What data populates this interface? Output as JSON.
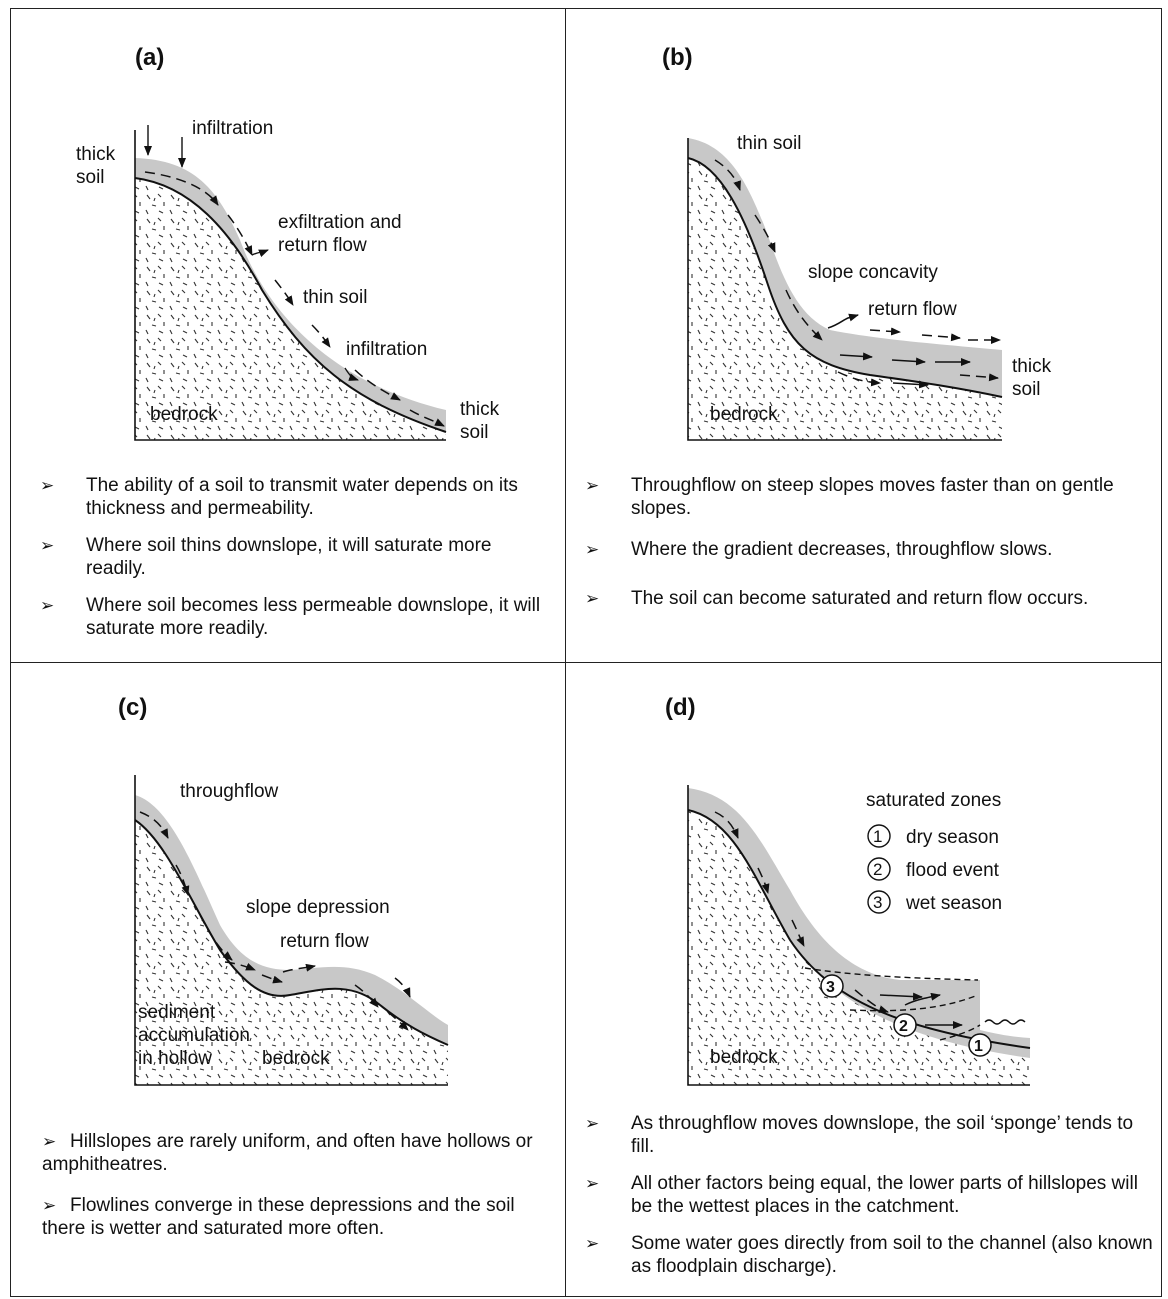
{
  "panels": [
    {
      "label": "(a)",
      "diagram_labels": {
        "thick_soil_top": [
          "thick",
          "soil"
        ],
        "infiltration_top": "infiltration",
        "exfiltration": [
          "exfiltration and",
          "return flow"
        ],
        "thin_soil": "thin soil",
        "infiltration_mid": "infiltration",
        "bedrock": "bedrock",
        "thick_soil_bottom": [
          "thick",
          "soil"
        ]
      },
      "bullets": [
        "The ability of a soil to transmit water depends on its thickness and permeability.",
        "Where soil thins downslope, it will saturate more readily.",
        "Where soil becomes less permeable downslope, it will saturate more readily."
      ]
    },
    {
      "label": "(b)",
      "diagram_labels": {
        "thin_soil": "thin soil",
        "slope_concavity": "slope concavity",
        "return_flow": "return flow",
        "thick_soil": [
          "thick",
          "soil"
        ],
        "bedrock": "bedrock"
      },
      "bullets": [
        "Throughflow on steep slopes moves faster than on gentle slopes.",
        "Where the gradient decreases, throughflow slows.",
        "The soil can become saturated and return flow occurs."
      ]
    },
    {
      "label": "(c)",
      "diagram_labels": {
        "throughflow": "throughflow",
        "slope_depression": "slope depression",
        "return_flow": "return flow",
        "sediment": [
          "sediment",
          "accumulation",
          "in hollow"
        ],
        "bedrock": "bedrock"
      },
      "bullets": [
        "Hillslopes are rarely uniform, and often have hollows or amphitheatres.",
        "Flowlines converge in these depressions and the soil there is wetter and saturated more often."
      ]
    },
    {
      "label": "(d)",
      "diagram_labels": {
        "saturated_zones": "saturated zones",
        "legend": [
          {
            "num": "1",
            "text": "dry season"
          },
          {
            "num": "2",
            "text": "flood event"
          },
          {
            "num": "3",
            "text": "wet season"
          }
        ],
        "bedrock": "bedrock"
      },
      "bullets": [
        "As throughflow moves downslope, the soil ‘sponge’ tends to fill.",
        "All other factors being equal, the lower parts of hillslopes will be the wettest places in the catchment.",
        "Some water goes directly from soil to the channel (also known as floodplain discharge)."
      ]
    }
  ],
  "bullet_marker": "➢",
  "colors": {
    "soil": "#c8c8c8",
    "line": "#111111",
    "background": "#ffffff"
  }
}
